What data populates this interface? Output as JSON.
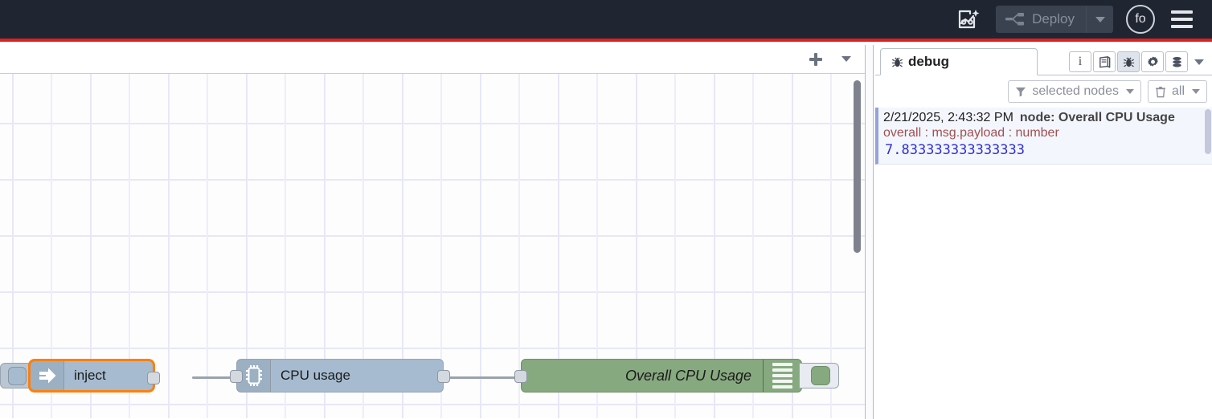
{
  "header": {
    "ai_icon": "flow-sparkle-icon",
    "deploy_label": "Deploy",
    "deploy_icon": "deploy-wire-icon",
    "deploy_caret": "chevron-down-icon",
    "avatar_initials": "fo",
    "menu_icon": "hamburger-menu-icon",
    "accent_color": "#e02020",
    "bg_color": "#1f2632"
  },
  "workspace": {
    "tabbar": {
      "add_icon": "plus-icon",
      "list_icon": "chevron-down-icon"
    },
    "nodes": [
      {
        "id": "inject",
        "label": "inject",
        "icon": "inject-arrow-icon",
        "color": "#a6bbcf",
        "selected": true,
        "trigger_button": "inject-trigger-button"
      },
      {
        "id": "cpu-usage",
        "label": "CPU usage",
        "icon": "cpu-chip-icon",
        "color": "#a6bbcf",
        "selected": false
      },
      {
        "id": "debug",
        "label": "Overall CPU Usage",
        "icon": "debug-stripes-icon",
        "color": "#87a980",
        "selected": false,
        "status_button": "debug-enable-button"
      }
    ]
  },
  "sidebar": {
    "tab": {
      "label": "debug",
      "icon": "bug-icon"
    },
    "tab_icons": [
      {
        "name": "info-icon",
        "glyph": "i",
        "active": false
      },
      {
        "name": "help-book-icon",
        "glyph": "book",
        "active": false
      },
      {
        "name": "debug-bug-icon",
        "glyph": "bug",
        "active": true
      },
      {
        "name": "config-gear-icon",
        "glyph": "gear",
        "active": false
      },
      {
        "name": "context-data-icon",
        "glyph": "stack",
        "active": false
      }
    ],
    "tab_icons_caret": "chevron-down-icon",
    "toolbar": {
      "filter_label": "selected nodes",
      "filter_icon": "funnel-icon",
      "filter_caret": "chevron-down-icon",
      "clear_label": "all",
      "clear_icon": "trash-icon",
      "clear_caret": "chevron-down-icon"
    },
    "messages": [
      {
        "timestamp": "2/21/2025, 2:43:32 PM",
        "source": "node: Overall CPU Usage",
        "path": "overall : msg.payload : number",
        "value": "7.833333333333333"
      }
    ]
  }
}
